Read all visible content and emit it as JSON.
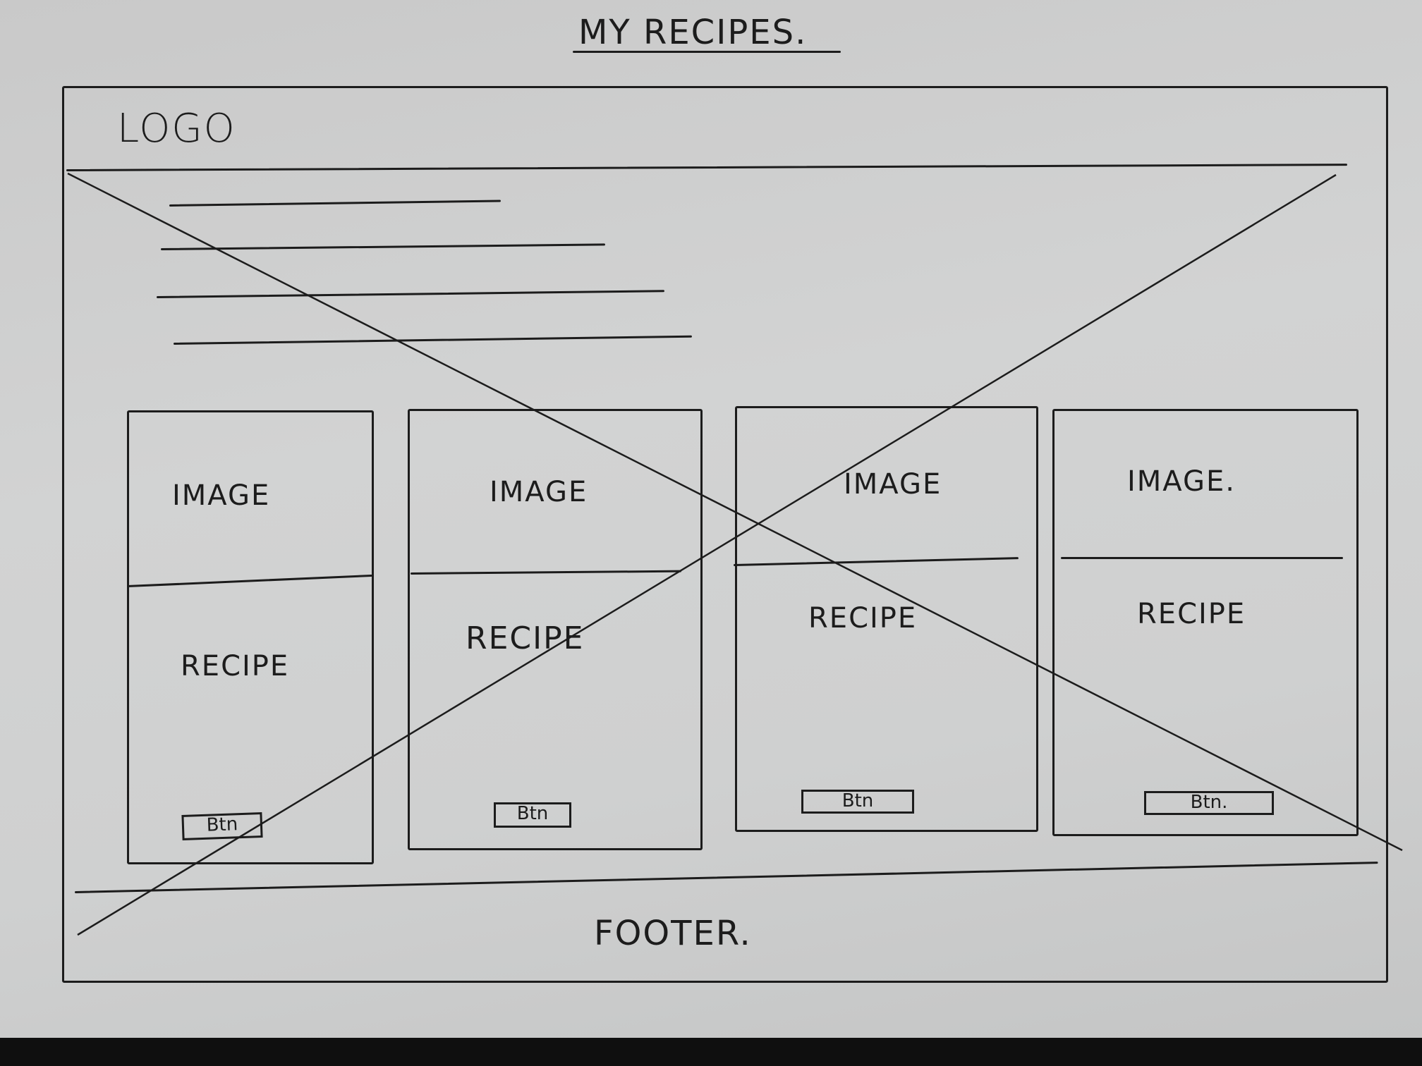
{
  "sketch": {
    "title": "MY RECIPES.",
    "header": {
      "logo": "LOGO"
    },
    "cards": [
      {
        "image": "IMAGE",
        "recipe": "RECIPE",
        "button": "Btn"
      },
      {
        "image": "IMAGE",
        "recipe": "RECIPE",
        "button": "Btn"
      },
      {
        "image": "IMAGE",
        "recipe": "RECIPE",
        "button": "Btn"
      },
      {
        "image": "IMAGE.",
        "recipe": "RECIPE",
        "button": "Btn."
      }
    ],
    "footer": "FOOTER."
  },
  "colors": {
    "paper": "#cfd0d0",
    "ink": "#1c1c1c",
    "background": "#0f0f0f"
  }
}
